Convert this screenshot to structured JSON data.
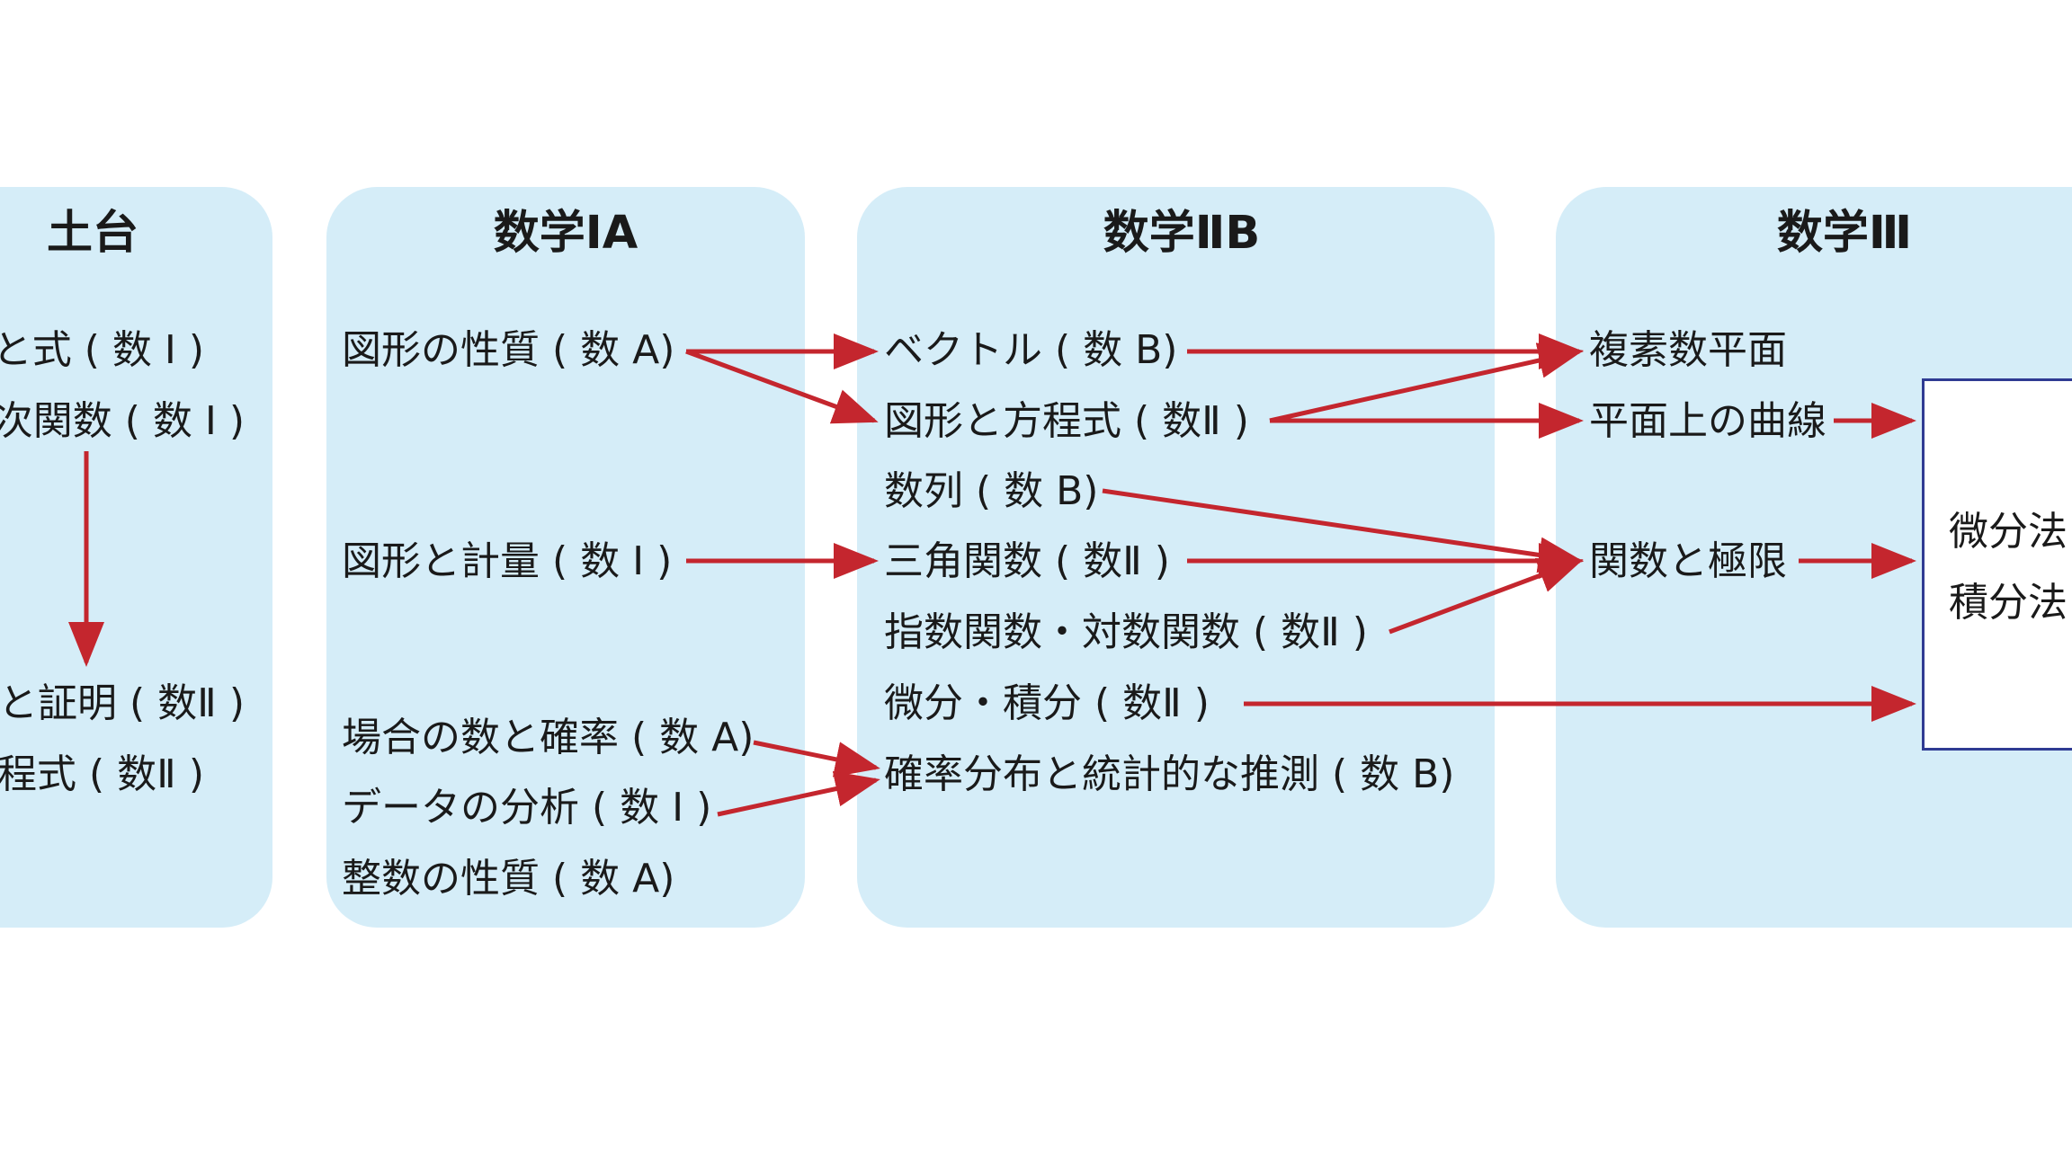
{
  "panels": [
    {
      "title": "土台",
      "items": [
        "と式 ( 数 Ⅰ )",
        "次関数 ( 数 Ⅰ )",
        "と証明 ( 数Ⅱ )",
        "程式 ( 数Ⅱ )"
      ]
    },
    {
      "title": "数学ⅠA",
      "items": [
        "図形の性質 ( 数 A)",
        "図形と計量 ( 数 Ⅰ )",
        "場合の数と確率 ( 数 A)",
        "データの分析 ( 数 Ⅰ )",
        "整数の性質 ( 数 A)"
      ]
    },
    {
      "title": "数学ⅡB",
      "items": [
        "ベクトル ( 数 B)",
        "図形と方程式 ( 数Ⅱ )",
        "数列 ( 数 B)",
        "三角関数 ( 数Ⅱ )",
        "指数関数・対数関数 ( 数Ⅱ )",
        "微分・積分 ( 数Ⅱ )",
        "確率分布と統計的な推測 ( 数 B)"
      ]
    },
    {
      "title": "数学Ⅲ",
      "items": [
        "複素数平面",
        "平面上の曲線",
        "関数と極限"
      ]
    }
  ],
  "result_box": {
    "items": [
      "微分法",
      "積分法"
    ]
  },
  "colors": {
    "panel_bg": "#d5edf8",
    "arrow": "#c4262e",
    "box_border": "#2f3b93"
  }
}
